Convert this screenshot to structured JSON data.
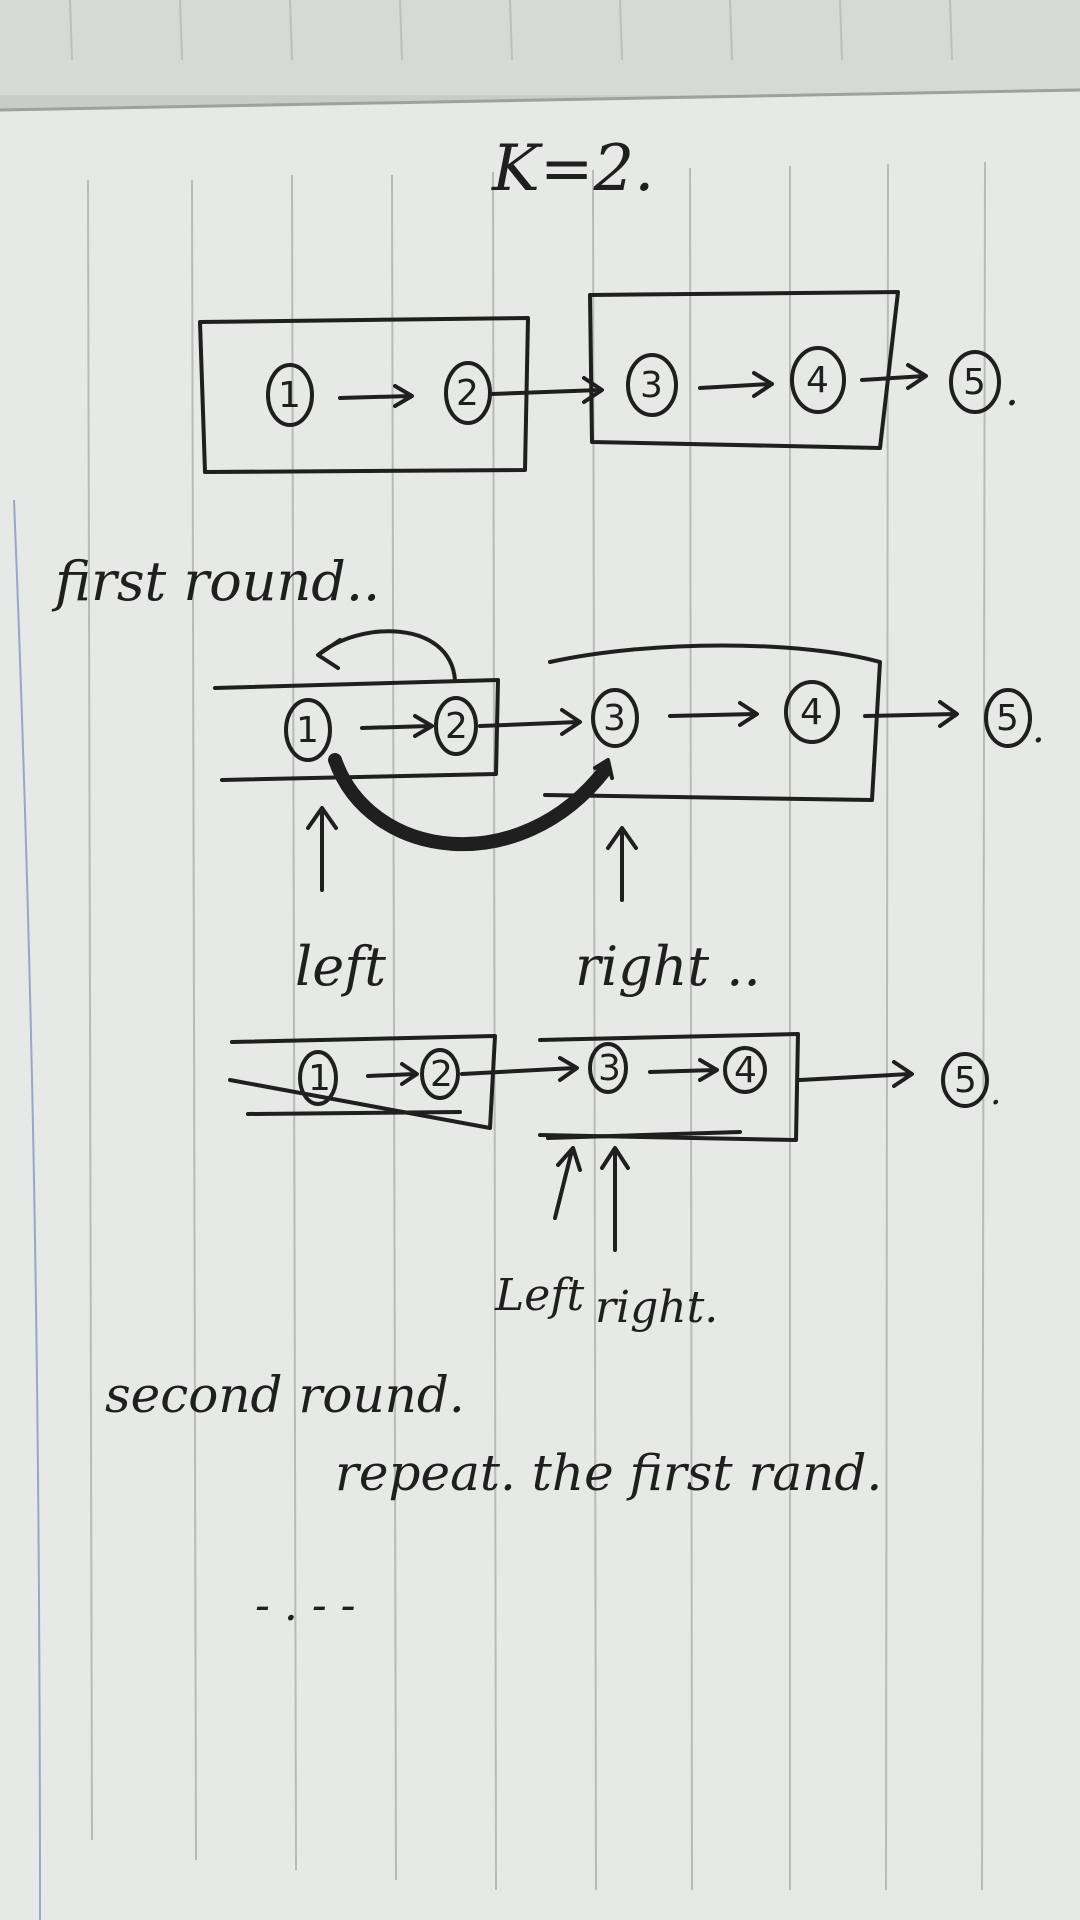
{
  "header": {
    "k_label": "K=2."
  },
  "row1": {
    "nodes": [
      "1",
      "2",
      "3",
      "4",
      "5"
    ],
    "trailing_mark": "."
  },
  "round1": {
    "label": "first round..",
    "nodes": [
      "1",
      "2",
      "3",
      "4",
      "5"
    ],
    "trailing_mark": ".",
    "left_label": "left",
    "right_label": "right .."
  },
  "row3": {
    "nodes": [
      "1",
      "2",
      "3",
      "4",
      "5"
    ],
    "trailing_mark": ".",
    "left_label": "Left",
    "right_label": "right."
  },
  "round2": {
    "label": "second round.",
    "note": "repeat. the first rand."
  },
  "footer": {
    "dashes": "-  .  -  -"
  },
  "colors": {
    "ink": "#1f1f1f",
    "paper": "#e7e9e6",
    "rule_line": "#b8bbb8",
    "background": "#c9ccc8"
  }
}
